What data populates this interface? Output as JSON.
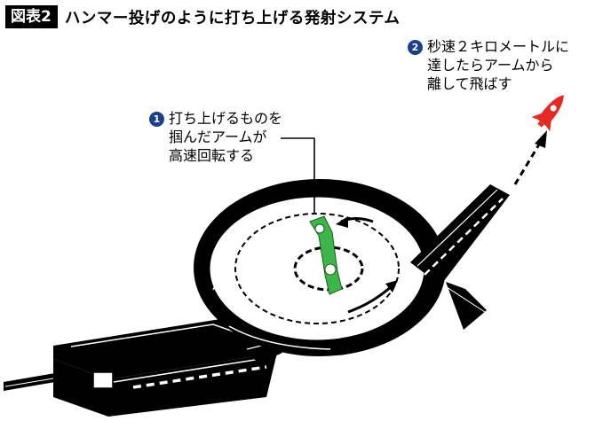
{
  "figure": {
    "tag": "図表2",
    "title": "ハンマー投げのように打ち上げる発射システム"
  },
  "callouts": [
    {
      "number": "1",
      "lines": [
        "打ち上げるものを",
        "掴んだアームが",
        "高速回転する"
      ]
    },
    {
      "number": "2",
      "lines": [
        "秒速２キロメートルに",
        "達したらアームから",
        "離して飛ばす"
      ]
    }
  ],
  "colors": {
    "ink": "#000000",
    "arm": "#3db548",
    "rocket": "#e42a24",
    "badge": "#1d3f8a",
    "background": "#ffffff"
  },
  "icons": {
    "badge": "numbered-circle",
    "rocket": "rocket-icon",
    "arm": "spinning-arm",
    "chamber": "vacuum-chamber",
    "launch_tube": "launch-tube",
    "power_unit": "power-unit-box"
  }
}
